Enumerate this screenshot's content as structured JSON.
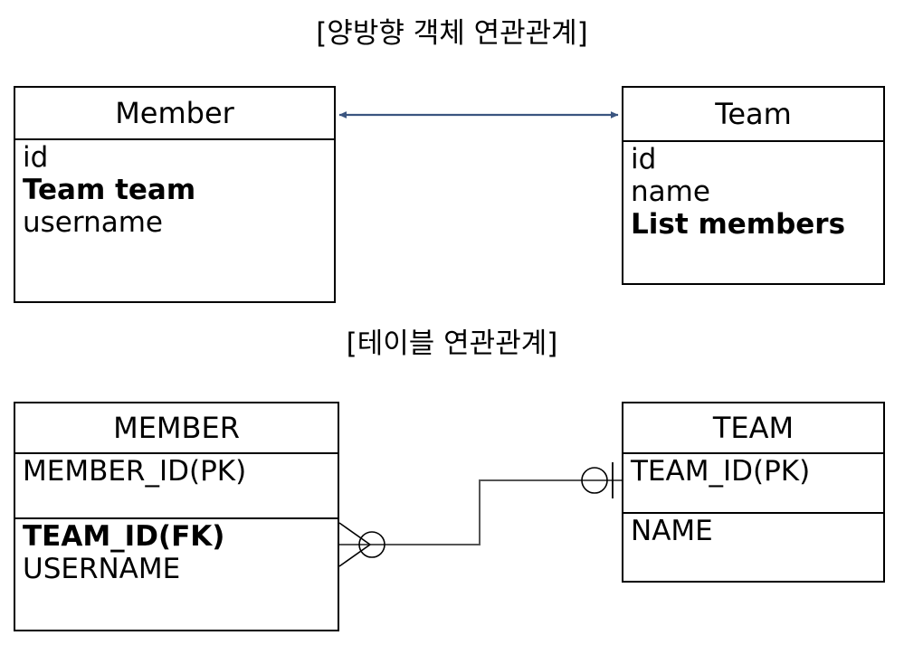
{
  "diagram": {
    "sections": [
      {
        "id": "object-association",
        "title": "[양방향 객체 연관관계]",
        "relationship": {
          "style": "bidirectional-arrow",
          "color": "#3a5580",
          "from": "Member",
          "to": "Team"
        },
        "entities": [
          {
            "name": "Member",
            "groups": [
              {
                "fields": [
                  {
                    "text": "id",
                    "bold": false
                  },
                  {
                    "text": "Team team",
                    "bold": true
                  },
                  {
                    "text": "username",
                    "bold": false
                  }
                ]
              }
            ]
          },
          {
            "name": "Team",
            "groups": [
              {
                "fields": [
                  {
                    "text": "id",
                    "bold": false
                  },
                  {
                    "text": "name",
                    "bold": false
                  },
                  {
                    "text": "List members",
                    "bold": true
                  }
                ]
              }
            ]
          }
        ]
      },
      {
        "id": "table-association",
        "title": "[테이블 연관관계]",
        "relationship": {
          "style": "crows-foot",
          "color": "#555555",
          "left_cardinality": "zero-or-many",
          "right_cardinality": "zero-or-one",
          "from": "MEMBER",
          "to": "TEAM"
        },
        "entities": [
          {
            "name": "MEMBER",
            "groups": [
              {
                "fields": [
                  {
                    "text": "MEMBER_ID(PK)",
                    "bold": false
                  }
                ]
              },
              {
                "fields": [
                  {
                    "text": "TEAM_ID(FK)",
                    "bold": true
                  },
                  {
                    "text": "USERNAME",
                    "bold": false
                  }
                ]
              }
            ]
          },
          {
            "name": "TEAM",
            "groups": [
              {
                "fields": [
                  {
                    "text": "TEAM_ID(PK)",
                    "bold": false
                  }
                ]
              },
              {
                "fields": [
                  {
                    "text": "NAME",
                    "bold": false
                  }
                ]
              }
            ]
          }
        ]
      }
    ]
  },
  "colors": {
    "background": "#ffffff",
    "stroke": "#000000",
    "arrow": "#3a5580",
    "connector": "#555555"
  }
}
